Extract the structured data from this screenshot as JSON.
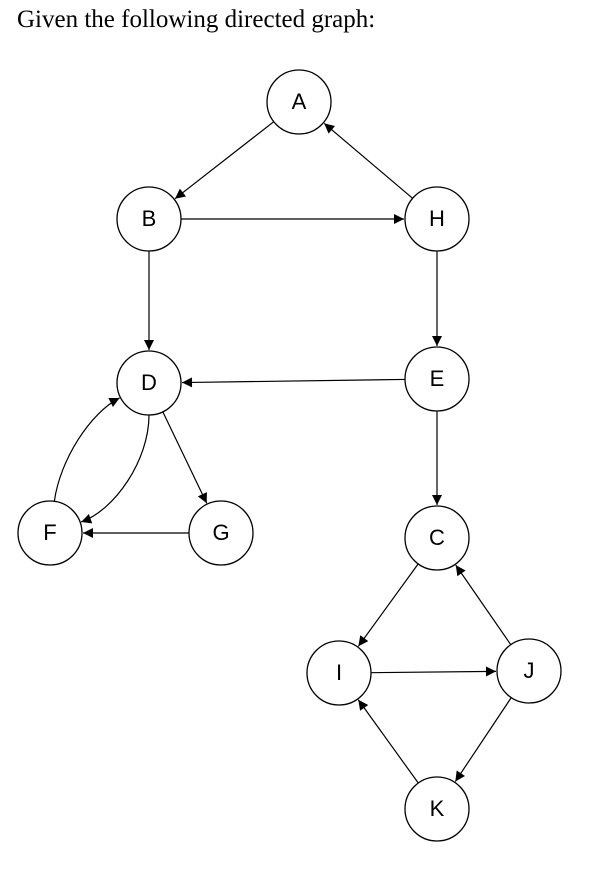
{
  "prompt": "Given the following directed graph:",
  "graph": {
    "type": "directed",
    "nodes": [
      {
        "id": "A",
        "label": "A"
      },
      {
        "id": "B",
        "label": "B"
      },
      {
        "id": "H",
        "label": "H"
      },
      {
        "id": "D",
        "label": "D"
      },
      {
        "id": "E",
        "label": "E"
      },
      {
        "id": "F",
        "label": "F"
      },
      {
        "id": "G",
        "label": "G"
      },
      {
        "id": "C",
        "label": "C"
      },
      {
        "id": "I",
        "label": "I"
      },
      {
        "id": "J",
        "label": "J"
      },
      {
        "id": "K",
        "label": "K"
      }
    ],
    "edges": [
      {
        "from": "A",
        "to": "B"
      },
      {
        "from": "H",
        "to": "A"
      },
      {
        "from": "B",
        "to": "H"
      },
      {
        "from": "B",
        "to": "D"
      },
      {
        "from": "H",
        "to": "E"
      },
      {
        "from": "E",
        "to": "D"
      },
      {
        "from": "E",
        "to": "C"
      },
      {
        "from": "D",
        "to": "F"
      },
      {
        "from": "F",
        "to": "D"
      },
      {
        "from": "D",
        "to": "G"
      },
      {
        "from": "G",
        "to": "F"
      },
      {
        "from": "C",
        "to": "I"
      },
      {
        "from": "I",
        "to": "J"
      },
      {
        "from": "J",
        "to": "C"
      },
      {
        "from": "J",
        "to": "K"
      },
      {
        "from": "K",
        "to": "I"
      }
    ]
  }
}
